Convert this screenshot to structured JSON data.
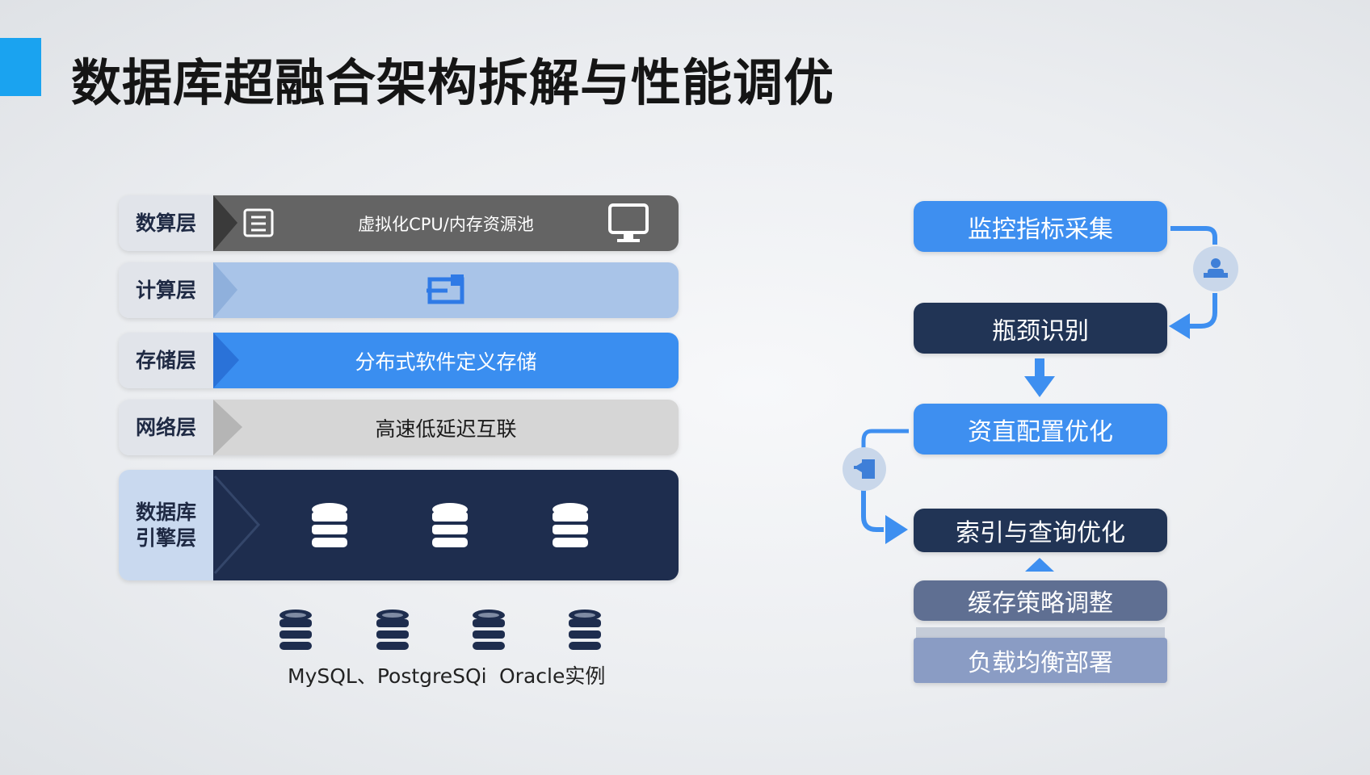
{
  "title": "数据库超融合架构拆解与性能调优",
  "colors": {
    "accent": "#1aa3f0",
    "blue": "#3e8ff0",
    "navy": "#213455",
    "gray": "#646464"
  },
  "layers": [
    {
      "label": "数算层",
      "content": "虚拟化CPU/内存资源池"
    },
    {
      "label": "计算层",
      "content": ""
    },
    {
      "label": "存储层",
      "content": "分布式软件定义存储"
    },
    {
      "label": "网络层",
      "content": "高速低延迟互联"
    },
    {
      "label": "数据库引擎层",
      "label_lines": [
        "数据库",
        "引擎层"
      ],
      "content": ""
    }
  ],
  "db_caption": {
    "left": "MySQL、PostgreSQi",
    "right": "Oracle实例"
  },
  "flow_steps": [
    "监控指标采集",
    "瓶颈识别",
    "资直配置优化",
    "索引与查询优化",
    "缓存策略调整",
    "负载均衡部署"
  ],
  "icons": [
    "layer-grid-icon",
    "monitor-icon",
    "compute-node-icon",
    "database-icon",
    "user-group-icon",
    "export-icon"
  ]
}
